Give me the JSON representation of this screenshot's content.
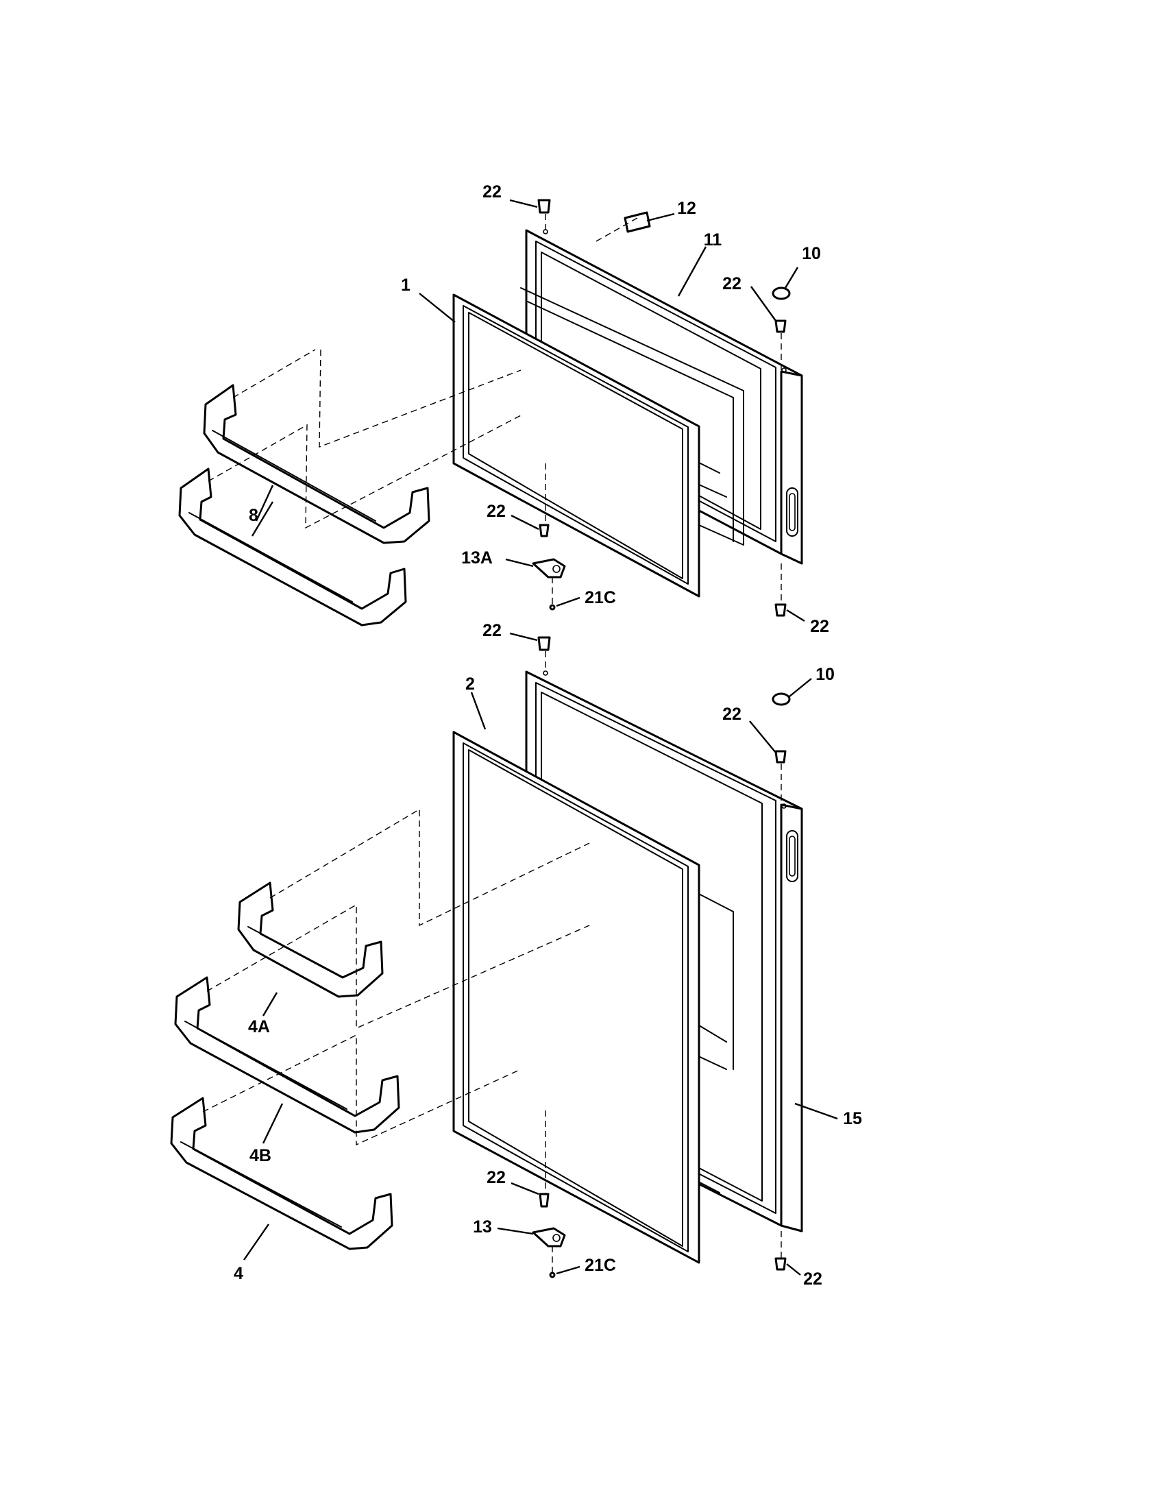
{
  "callouts": {
    "c1": "1",
    "c2": "2",
    "c4": "4",
    "c4a": "4A",
    "c4b": "4B",
    "c8": "8",
    "c10_top": "10",
    "c10_bottom": "10",
    "c11": "11",
    "c12": "12",
    "c13": "13",
    "c13a": "13A",
    "c15": "15",
    "c21c_top": "21C",
    "c21c_bottom": "21C",
    "c22_a": "22",
    "c22_b": "22",
    "c22_c": "22",
    "c22_d": "22",
    "c22_e": "22",
    "c22_f": "22",
    "c22_g": "22",
    "c22_h": "22"
  }
}
